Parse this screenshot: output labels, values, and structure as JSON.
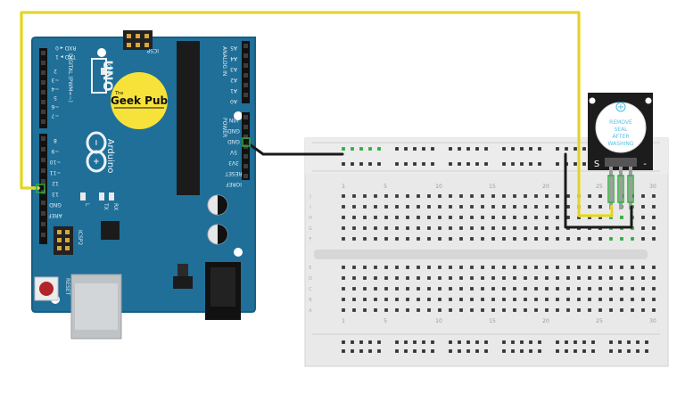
{
  "colors": {
    "board": "#1f6f98",
    "board_dark": "#155a7e",
    "logo_circle": "#f7e23a",
    "wire_signal": "#f0e23a",
    "wire_ground": "#1a1a1a",
    "breadboard": "#e9e9e9",
    "module": "#1c1c1c",
    "buzzer_cap": "#ffffff",
    "highlight": "#2fae3b"
  },
  "arduino": {
    "brand": "Arduino",
    "model": "UNO",
    "logo_text": "Geek Pub",
    "logo_small": "The",
    "icsp_label": "ICSP",
    "icsp2_label": "ICSP2",
    "reset_label": "RESET",
    "on_label": "ON",
    "tx_label": "TX",
    "rx_label": "RX",
    "l_label": "L",
    "digital_label": "DIGITAL (PWM=~)",
    "analog_label": "ANALOG IN",
    "power_label": "POWER",
    "txd_label": "TXD ▸ 1",
    "rxd_label": "RXD ◂ 0",
    "digital_pins_top": [
      "~7",
      "~6",
      "5",
      "~4",
      "~3",
      "2"
    ],
    "digital_pins_bottom": [
      "8",
      "~9",
      "~10",
      "~11",
      "12",
      "13",
      "GND",
      "AREF"
    ],
    "analog_pins": [
      "A5",
      "A4",
      "A3",
      "A2",
      "A1",
      "A0"
    ],
    "power_pins": [
      "VIN",
      "GND",
      "GND",
      "5V",
      "3V3",
      "RESET",
      "IOREF"
    ]
  },
  "breadboard": {
    "column_numbers": [
      "1",
      "5",
      "10",
      "15",
      "20",
      "25",
      "30"
    ],
    "row_letters_top": [
      "J",
      "I",
      "H",
      "G",
      "F"
    ],
    "row_letters_bottom": [
      "E",
      "D",
      "C",
      "B",
      "A"
    ]
  },
  "buzzer_module": {
    "label_lines": [
      "REMOVE",
      "SEAL",
      "AFTER",
      "WASHING"
    ],
    "plus": "+",
    "pin_s": "S",
    "pin_minus": "-"
  }
}
